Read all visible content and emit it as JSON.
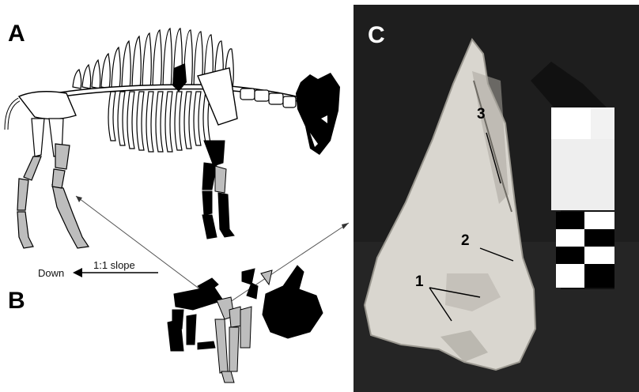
{
  "panels": {
    "a": {
      "label": "A"
    },
    "b": {
      "label": "B",
      "direction_text": "Down",
      "slope_text": "1:1 slope"
    },
    "c": {
      "label": "C",
      "markers": [
        "1",
        "2",
        "3"
      ]
    }
  },
  "colors": {
    "bone_fill": "#bdbdbd",
    "dark_bone": "#000000",
    "photo_bg": "#1b1b1b",
    "fossil": "#d9d6cf"
  }
}
